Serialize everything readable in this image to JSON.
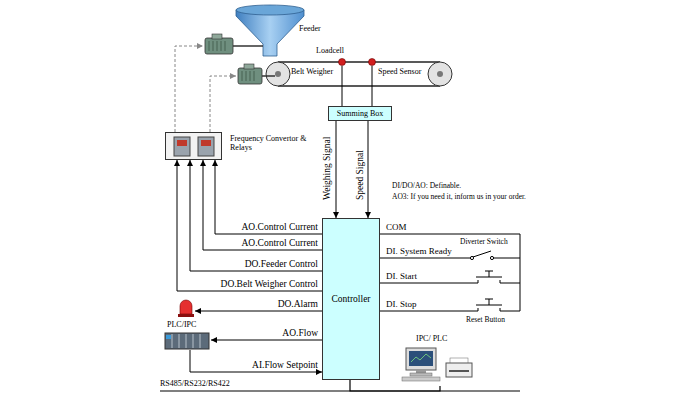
{
  "diagram": {
    "nodes": [
      {
        "text": [
          "Summing Box"
        ]
      },
      {
        "text": [
          "Frequency Convertor & Relays"
        ]
      },
      {
        "text": [
          "Controller"
        ]
      },
      {
        "text": [
          "PLC/IPC"
        ]
      },
      {
        "text": [
          "IPC/ PLC"
        ]
      }
    ],
    "edges": [
      {
        "from": 0,
        "to": 2,
        "arrow": "to",
        "label": "Weighing Signal"
      },
      {
        "from": 0,
        "to": 2,
        "arrow": "to",
        "label": "Speed Signal"
      },
      {
        "from": 2,
        "to": 1,
        "arrow": "to",
        "label": "AO.Control Current"
      },
      {
        "from": 2,
        "to": 1,
        "arrow": "to",
        "label": "AO.Control Current"
      },
      {
        "from": 2,
        "to": 1,
        "arrow": "to",
        "label": "DO.Feeder Control"
      },
      {
        "from": 2,
        "to": 1,
        "arrow": "to",
        "label": "DO.Belt Weigher Control"
      },
      {
        "from": 2,
        "to": 3,
        "arrow": "to",
        "label": "AO.Flow"
      },
      {
        "from": 3,
        "to": 2,
        "arrow": "to",
        "label": "AI.Flow Setpoint"
      },
      {
        "from": 2,
        "to": 4,
        "arrow": "none"
      }
    ],
    "labels": [
      "Feeder",
      "Loadcell",
      "Belt Weigher",
      "Speed Sensor",
      "DI/DO/AO: Definable.",
      "AO3: If you need it, inform us in your order.",
      "COM",
      "DO.Alarm",
      "DI. System Ready",
      "Diverter Switch",
      "DI. Start",
      "DI. Stop",
      "Reset Button",
      "RS485/RS232/RS422"
    ]
  }
}
